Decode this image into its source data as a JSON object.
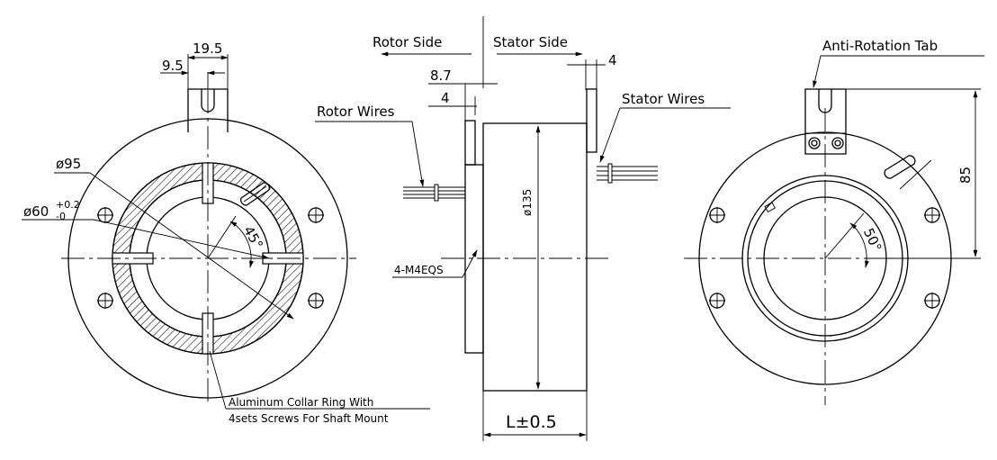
{
  "left_view": {
    "dim_19_5": "19.5",
    "dim_9_5": "9.5",
    "dim_dia95": "ø95",
    "dim_dia60": "ø60",
    "dim_dia60_tol_upper": "+0.2",
    "dim_dia60_tol_lower": "-0",
    "angle_45": "45°",
    "note_line1": "Aluminum Collar Ring With",
    "note_line2": "4sets Screws For Shaft Mount"
  },
  "side_view": {
    "rotor_side": "Rotor Side",
    "stator_side": "Stator Side",
    "dim_8_7": "8.7",
    "dim_4_left": "4",
    "dim_4_right": "4",
    "rotor_wires": "Rotor Wires",
    "stator_wires": "Stator Wires",
    "dim_dia135": "ø135",
    "screws_label": "4-M4EQS",
    "length_label": "L±0.5"
  },
  "right_view": {
    "anti_rotation_tab": "Anti-Rotation Tab",
    "dim_85": "85",
    "angle_50": "50°"
  }
}
